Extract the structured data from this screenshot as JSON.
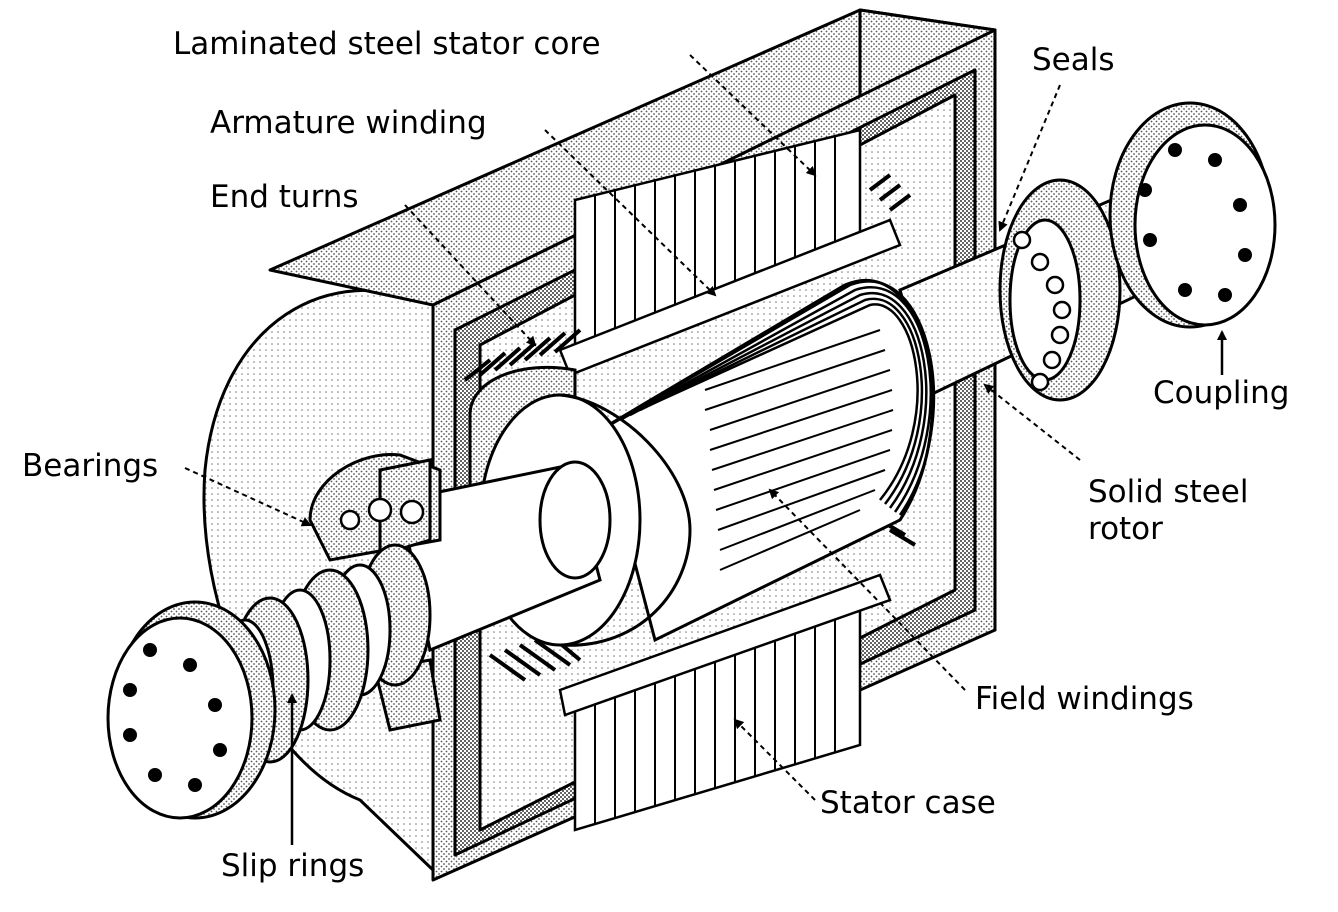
{
  "labels": {
    "stator_core": "Laminated steel stator core",
    "armature_winding": "Armature winding",
    "end_turns": "End turns",
    "bearings": "Bearings",
    "slip_rings": "Slip rings",
    "seals": "Seals",
    "coupling": "Coupling",
    "rotor_line1": "Solid steel",
    "rotor_line2": "rotor",
    "field_windings": "Field windings",
    "stator_case": "Stator case"
  },
  "colors": {
    "ink": "#000000",
    "paper": "#ffffff",
    "shade_light": "#d6d6d6",
    "shade_mid": "#b4b4b4",
    "shade_dark": "#8a8a8a"
  }
}
